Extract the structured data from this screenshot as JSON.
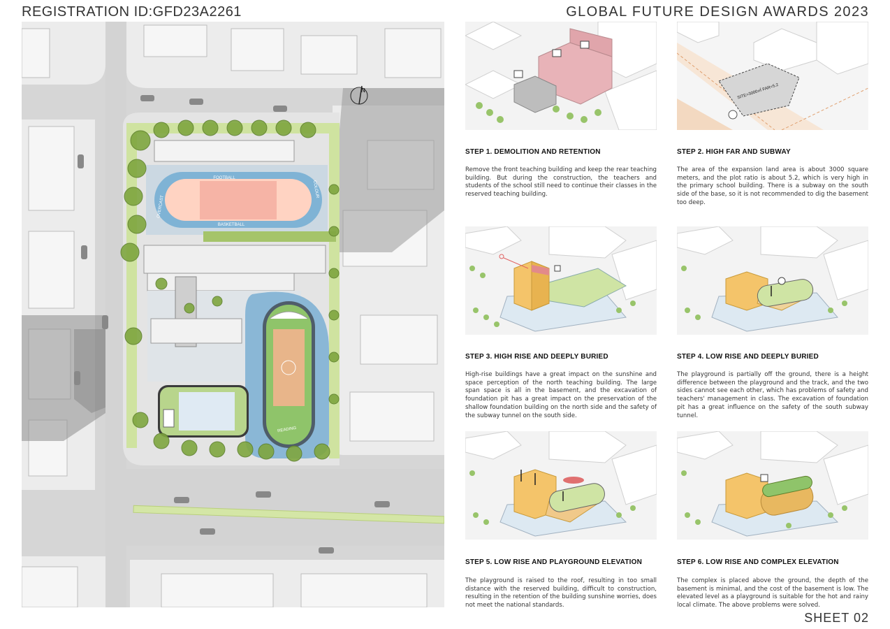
{
  "header": {
    "registration": "REGISTRATION ID:GFD23A2261",
    "award": "GLOBAL FUTURE DESIGN AWARDS 2023"
  },
  "footer": {
    "sheet": "SHEET 02"
  },
  "site_plan": {
    "north_label": "N",
    "court_labels": [
      "OVERCAST",
      "FOOTBALL",
      "COLOUR",
      "BASKETBALL",
      "READING"
    ]
  },
  "steps": [
    {
      "title": "STEP 1.  DEMOLITION AND RETENTION",
      "body": "Remove the front teaching building and keep the rear teaching building. But during the construction, the teachers and students of the school still need to continue their classes in the reserved teaching building."
    },
    {
      "title": "STEP 2.  HIGH FAR AND SUBWAY",
      "body": "The area of the expansion land area is about 3000 square meters, and the plot ratio is about 5.2, which is very high in the primary school building. There is a subway on the south side of the base, so it is not recommended to dig the basement too deep.",
      "diagram_label": "SITE=3000㎡  FAR=5.2"
    },
    {
      "title": "STEP 3.  HIGH RISE AND DEEPLY BURIED",
      "body": "High-rise buildings have a great impact on the sunshine and space perception of the north teaching building. The large span space is all in the basement, and the excavation of foundation pit has a great impact on the preservation of the shallow foundation building on the north side and the safety of the subway tunnel on the south side."
    },
    {
      "title": "STEP 4.  LOW RISE AND DEEPLY BURIED",
      "body": "The playground is partially off the ground, there is a height difference between the playground and the track, and the two sides cannot see each other, which has problems of safety and teachers' management in class. The excavation of foundation pit has a great influence on the safety of the south subway tunnel."
    },
    {
      "title": "STEP 5.  LOW RISE AND PLAYGROUND ELEVATION",
      "body": "The playground is raised to the roof, resulting in too small distance with the reserved building, difficult to construction, resulting in the retention of the building sunshine worries, does not meet the national standards."
    },
    {
      "title": "STEP 6.  LOW RISE AND COMPLEX ELEVATION",
      "body": "The complex is placed above the ground, the depth of the basement is minimal, and the cost of the basement is low. The elevated level as a playground is suitable for the hot and rainy local climate. The above problems were solved."
    }
  ]
}
